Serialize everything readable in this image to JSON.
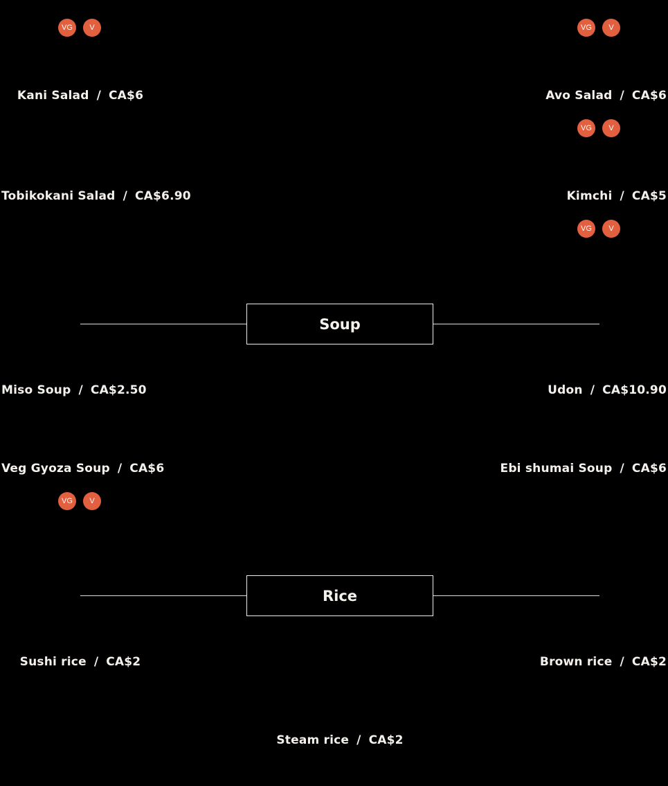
{
  "badges": {
    "vegan": "VG",
    "vegetarian": "V",
    "color": "#e2603f"
  },
  "salads": {
    "items": [
      {
        "name": "Kani Salad",
        "price": "CA$6"
      },
      {
        "name": "Avo Salad",
        "price": "CA$6"
      },
      {
        "name": "Tobikokani Salad",
        "price": "CA$6.90"
      },
      {
        "name": "Kimchi",
        "price": "CA$5"
      }
    ]
  },
  "soup": {
    "title": "Soup",
    "items": [
      {
        "name": "Miso Soup",
        "price": "CA$2.50"
      },
      {
        "name": "Udon",
        "price": "CA$10.90"
      },
      {
        "name": "Veg Gyoza Soup",
        "price": "CA$6"
      },
      {
        "name": "Ebi shumai Soup",
        "price": "CA$6"
      }
    ]
  },
  "rice": {
    "title": "Rice",
    "items": [
      {
        "name": "Sushi rice",
        "price": "CA$2"
      },
      {
        "name": "Brown rice",
        "price": "CA$2"
      },
      {
        "name": "Steam rice",
        "price": "CA$2"
      }
    ]
  },
  "separator": "/"
}
